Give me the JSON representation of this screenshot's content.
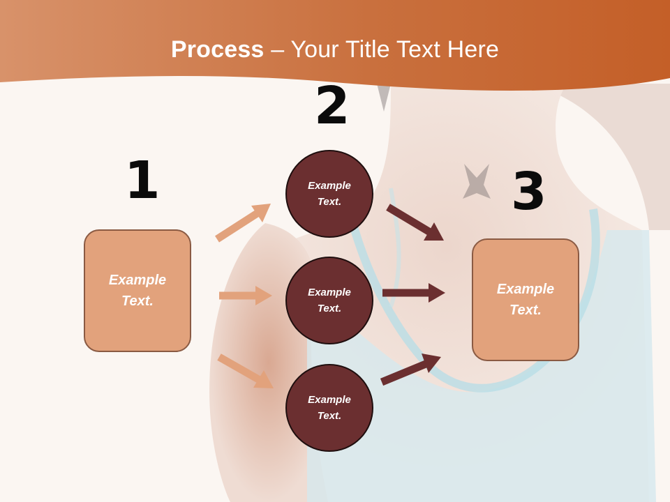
{
  "title": {
    "bold": "Process",
    "rest": " – Your Title Text Here"
  },
  "steps": {
    "one": {
      "number": "1",
      "text": "Example\nText."
    },
    "two": {
      "number": "2"
    },
    "three": {
      "number": "3",
      "text": "Example\nText."
    }
  },
  "circles": [
    {
      "text": "Example\nText."
    },
    {
      "text": "Example\nText."
    },
    {
      "text": "Example\nText."
    }
  ],
  "colors": {
    "header": "#c9683a",
    "box_fill": "#e2a27c",
    "circle_fill": "#6b2f30",
    "light_arrow": "#e2a27c",
    "dark_arrow": "#6b2f30"
  }
}
